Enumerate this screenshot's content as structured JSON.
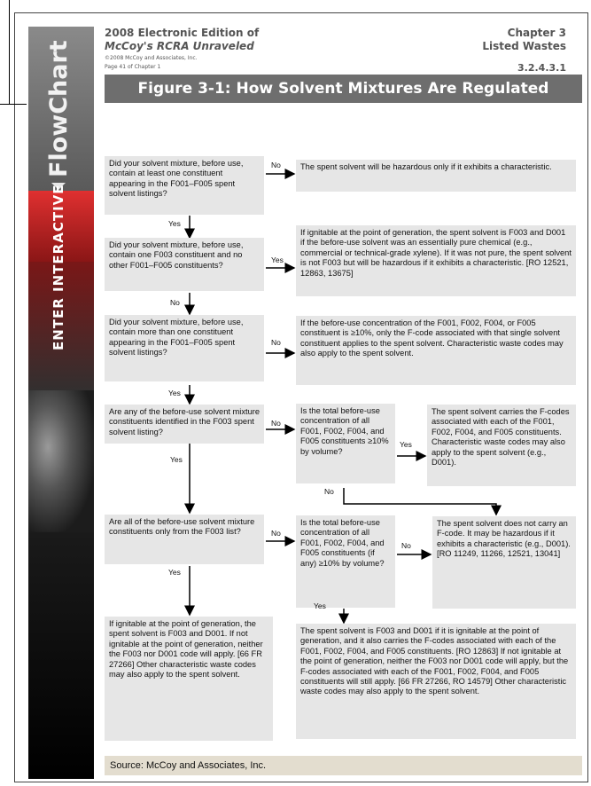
{
  "sidebar": {
    "flowchart_label": "FlowChart",
    "enter_label": "ENTER INTERACTIVE"
  },
  "header": {
    "edition": "2008 Electronic Edition of",
    "book_title": "McCoy's RCRA Unraveled",
    "copyright": "©2008 McCoy and Associates, Inc.",
    "page": "Page 41 of Chapter 1",
    "chapter": "Chapter 3",
    "chapter_title": "Listed Wastes",
    "section": "3.2.4.3.1"
  },
  "figure_title": "Figure 3-1: How Solvent Mixtures Are Regulated",
  "flow": {
    "q1": "Did your solvent mixture, before use, contain at least one constituent appearing in the F001–F005 spent solvent listings?",
    "a1": "The spent solvent will be hazardous only if it exhibits a characteristic.",
    "q2": "Did your solvent mixture, before use, contain one F003 constituent and no other F001–F005 constituents?",
    "a2": "If ignitable at the point of generation, the spent solvent is F003 and D001 if the before-use solvent was an essentially pure chemical (e.g., commercial or technical-grade xylene). If it was not pure, the spent solvent is not F003 but will be hazardous if it exhibits a characteristic. [RO 12521, 12863, 13675]",
    "q3": "Did your solvent mixture, before use, contain more than one constituent appearing in the F001–F005 spent solvent listings?",
    "a3": "If the before-use concentration of the F001, F002, F004, or F005 constituent is ≥10%, only the F-code associated with that single solvent constituent applies to the spent solvent. Characteristic waste codes may also apply to the spent solvent.",
    "q4": "Are any of the before-use solvent mixture constituents identified in the F003 spent solvent listing?",
    "q4b": "Is the total before-use concentration of all F001, F002, F004, and F005 constituents ≥10% by volume?",
    "a4": "The spent solvent carries the F-codes associated with each of the F001, F002, F004, and F005 constituents. Characteristic waste codes may also apply to the spent solvent (e.g., D001).",
    "q5": "Are all of the before-use solvent mixture constituents only from the F003 list?",
    "q5b": "Is the total before-use concentration of all F001, F002, F004, and F005 constituents (if any) ≥10% by volume?",
    "a5": "The spent solvent does not carry an F-code. It may be hazardous if it exhibits a characteristic (e.g., D001). [RO 11249, 11266, 12521, 13041]",
    "a6": "If ignitable at the point of generation, the spent solvent is F003 and D001. If not ignitable at the point of generation, neither the F003 nor D001 code will apply. [66 FR 27266] Other characteristic waste codes may also apply to the spent solvent.",
    "a7": "The spent solvent is F003 and D001 if it is ignitable at the point of generation, and it also carries the F-codes associated with each of the F001, F002, F004, and F005 constituents. [RO 12863] If not ignitable at the point of generation, neither the F003 nor D001 code will apply, but the F-codes associated with each of the F001, F002, F004, and F005 constituents will still apply. [66 FR 27266, RO 14579] Other characteristic waste codes may also apply to the spent solvent."
  },
  "labels": {
    "no": "No",
    "yes": "Yes"
  },
  "source": "Source: McCoy and Associates, Inc."
}
